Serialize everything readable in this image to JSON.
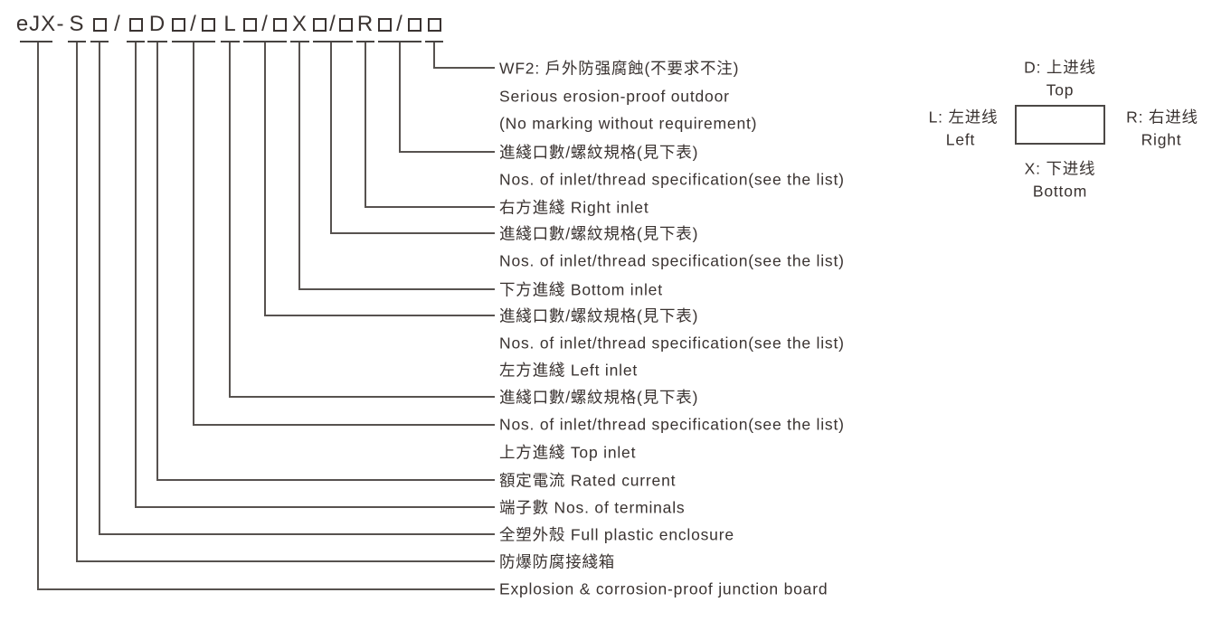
{
  "colors": {
    "ink": "#3a3331",
    "line": "#57524f",
    "background": "#ffffff"
  },
  "model_code": {
    "segments": [
      {
        "kind": "chars",
        "text": "eJX"
      },
      {
        "kind": "plain",
        "text": "-"
      },
      {
        "kind": "chars",
        "text": "S"
      },
      {
        "kind": "box",
        "text": ""
      },
      {
        "kind": "plain",
        "text": "/"
      },
      {
        "kind": "box",
        "text": ""
      },
      {
        "kind": "chars",
        "text": "D"
      },
      {
        "kind": "box_slash_box",
        "text": "/"
      },
      {
        "kind": "chars",
        "text": "L"
      },
      {
        "kind": "box_slash_box",
        "text": "/"
      },
      {
        "kind": "chars",
        "text": "X"
      },
      {
        "kind": "box_slash_box",
        "text": "/"
      },
      {
        "kind": "chars",
        "text": "R"
      },
      {
        "kind": "box_slash_box",
        "text": "/"
      },
      {
        "kind": "box",
        "text": ""
      }
    ]
  },
  "callouts": {
    "rows": [
      {
        "text": "WF2: 戶外防强腐蝕(不要求不注)"
      },
      {
        "text": "Serious erosion-proof outdoor"
      },
      {
        "text": "(No marking without requirement)"
      },
      {
        "text": "進綫口數/螺紋規格(見下表)"
      },
      {
        "text": "Nos. of inlet/thread specification(see the list)"
      },
      {
        "text": "右方進綫  Right inlet"
      },
      {
        "text": "進綫口數/螺紋規格(見下表)"
      },
      {
        "text": "Nos. of inlet/thread specification(see the list)"
      },
      {
        "text": "下方進綫  Bottom inlet"
      },
      {
        "text": "進綫口數/螺紋規格(見下表)"
      },
      {
        "text": "Nos. of inlet/thread specification(see the list)"
      },
      {
        "text": "左方進綫  Left inlet"
      },
      {
        "text": "進綫口數/螺紋規格(見下表)"
      },
      {
        "text": "Nos. of inlet/thread specification(see the list)"
      },
      {
        "text": "上方進綫  Top inlet"
      },
      {
        "text": "額定電流  Rated current"
      },
      {
        "text": "端子數  Nos. of terminals"
      },
      {
        "text": "全塑外殼  Full plastic enclosure"
      },
      {
        "text": "防爆防腐接綫箱"
      },
      {
        "text": "Explosion & corrosion-proof junction board"
      }
    ]
  },
  "legend": {
    "top_code": "D: 上进线",
    "top_en": "Top",
    "left_code": "L: 左进线",
    "left_en": "Left",
    "right_code": "R: 右进线",
    "right_en": "Right",
    "bottom_code": "X: 下进线",
    "bottom_en": "Bottom"
  }
}
